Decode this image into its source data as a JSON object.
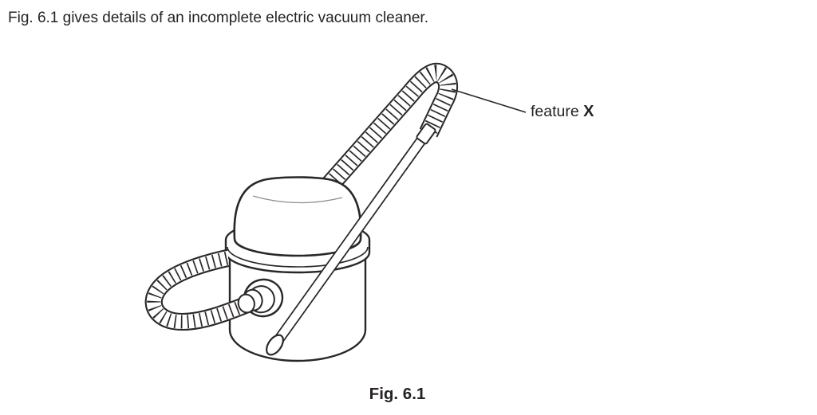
{
  "page": {
    "background": "#ffffff",
    "ink_color": "#2a262a",
    "light_line_color": "#8d8d8d"
  },
  "intro": {
    "text": "Fig. 6.1 gives details of an incomplete electric vacuum cleaner."
  },
  "figure": {
    "label_prefix": "feature ",
    "label_bold": "X",
    "caption": "Fig. 6.1",
    "description": "Line drawing of a cylinder vacuum cleaner: domed canister body, corrugated flexible hose looping out of the front port, and a long corrugated hose rising to a hairpin loop joined to a rigid suction wand; the corrugated hose is labelled feature X"
  }
}
